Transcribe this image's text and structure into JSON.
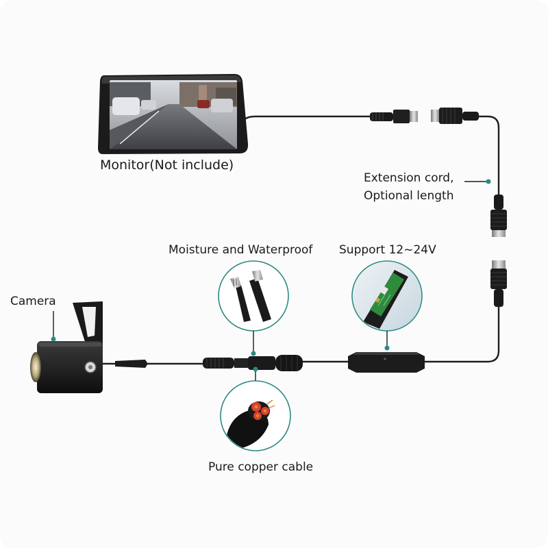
{
  "labels": {
    "monitor": "Monitor(Not include)",
    "extension_line1": "Extension cord,",
    "extension_line2": "Optional length",
    "moisture": "Moisture and Waterproof",
    "voltage": "Support 12~24V",
    "camera": "Camera",
    "copper": "Pure copper cable"
  },
  "colors": {
    "background": "#fbfbfb",
    "accent": "#2b8a80",
    "cable": "#1e1e1e",
    "pcb": "#2e8b3e",
    "wire_red": "#d8422e",
    "wire_copper": "#e08a3a"
  }
}
